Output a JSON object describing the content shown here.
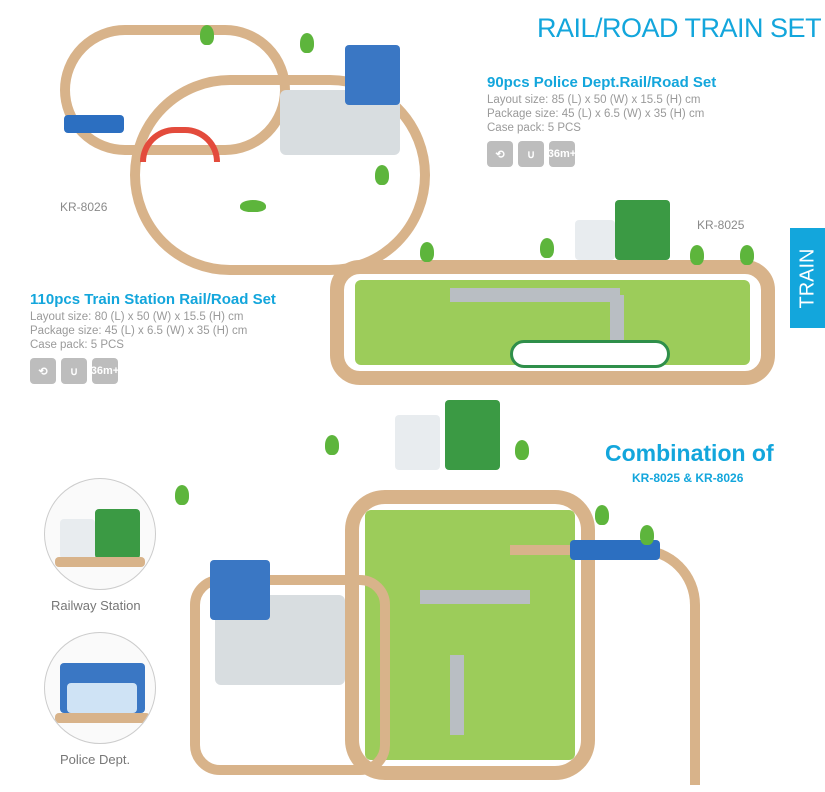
{
  "header": {
    "title": "RAIL/ROAD TRAIN SET",
    "side_tab": "TRAIN"
  },
  "products": [
    {
      "code": "KR-8026",
      "name": "110pcs Train Station Rail/Road Set",
      "layout_size": "Layout size: 80 (L) x 50 (W) x 15.5 (H) cm",
      "package_size": "Package size: 45 (L) x 6.5 (W) x 35 (H) cm",
      "case_pack": "Case pack: 5 PCS",
      "icons": [
        "reversible-track-icon",
        "magnet-icon",
        "age-36m-icon"
      ],
      "age_label": "36m+"
    },
    {
      "code": "KR-8025",
      "name": "90pcs  Police Dept.Rail/Road Set",
      "layout_size": "Layout size: 85 (L) x 50 (W) x 15.5 (H) cm",
      "package_size": "Package size: 45 (L) x 6.5 (W) x 35 (H) cm",
      "case_pack": "Case pack: 5 PCS",
      "icons": [
        "reversible-track-icon",
        "magnet-icon",
        "age-36m-icon"
      ],
      "age_label": "36m+"
    }
  ],
  "combination": {
    "title": "Combination of",
    "subtitle": "KR-8025 & KR-8026"
  },
  "details": [
    {
      "label": "Railway Station"
    },
    {
      "label": "Police Dept."
    }
  ],
  "colors": {
    "accent": "#13a6dc",
    "track": "#d8b38a",
    "board": "#9ccc5a"
  }
}
